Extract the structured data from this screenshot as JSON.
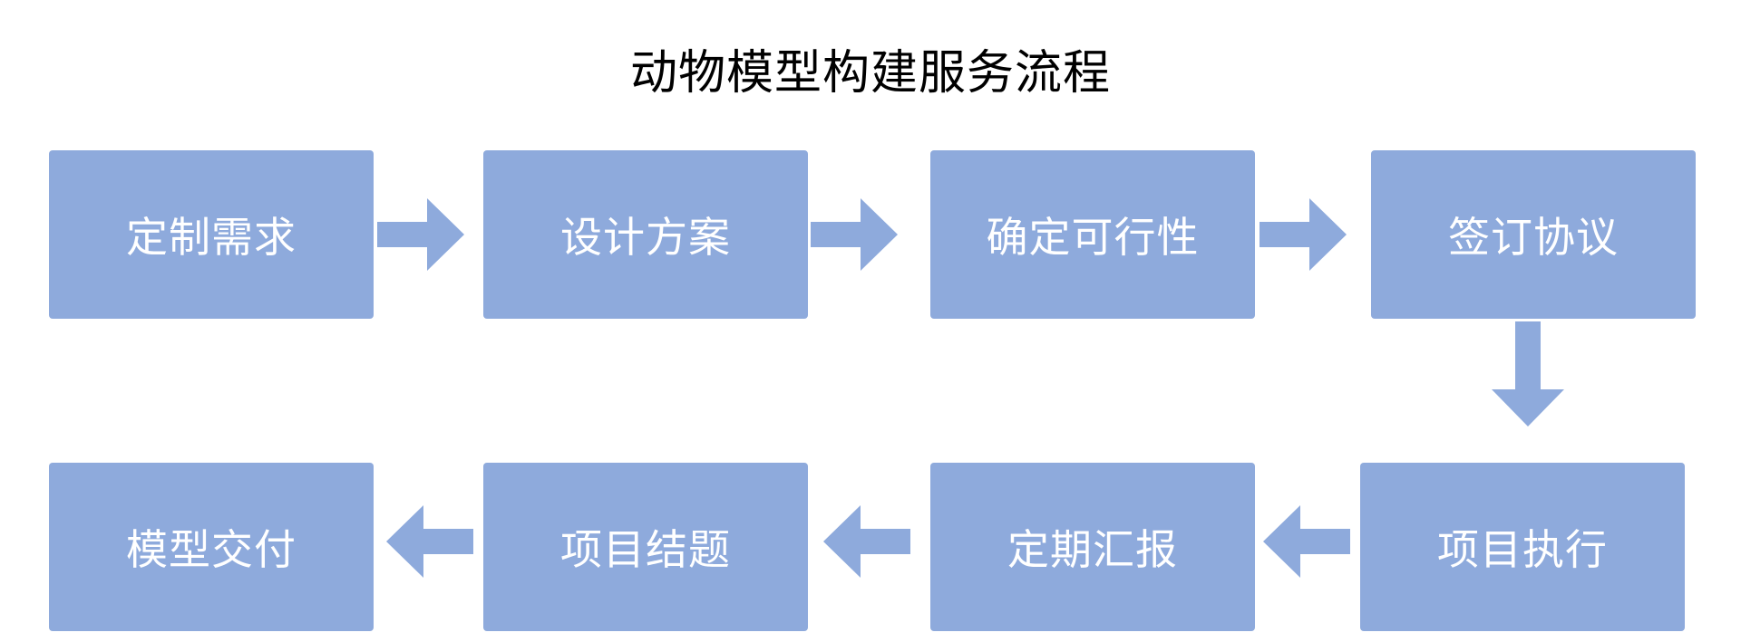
{
  "title": "动物模型构建服务流程",
  "colors": {
    "box": "#8eaadc",
    "arrow": "#8eaadc",
    "box_text": "#ffffff",
    "title_text": "#000000"
  },
  "steps": [
    {
      "label": "定制需求"
    },
    {
      "label": "设计方案"
    },
    {
      "label": "确定可行性"
    },
    {
      "label": "签订协议"
    },
    {
      "label": "项目执行"
    },
    {
      "label": "定期汇报"
    },
    {
      "label": "项目结题"
    },
    {
      "label": "模型交付"
    }
  ],
  "connections": [
    {
      "from": "定制需求",
      "to": "设计方案",
      "direction": "right"
    },
    {
      "from": "设计方案",
      "to": "确定可行性",
      "direction": "right"
    },
    {
      "from": "确定可行性",
      "to": "签订协议",
      "direction": "right"
    },
    {
      "from": "签订协议",
      "to": "项目执行",
      "direction": "down"
    },
    {
      "from": "项目执行",
      "to": "定期汇报",
      "direction": "left"
    },
    {
      "from": "定期汇报",
      "to": "项目结题",
      "direction": "left"
    },
    {
      "from": "项目结题",
      "to": "模型交付",
      "direction": "left"
    }
  ]
}
